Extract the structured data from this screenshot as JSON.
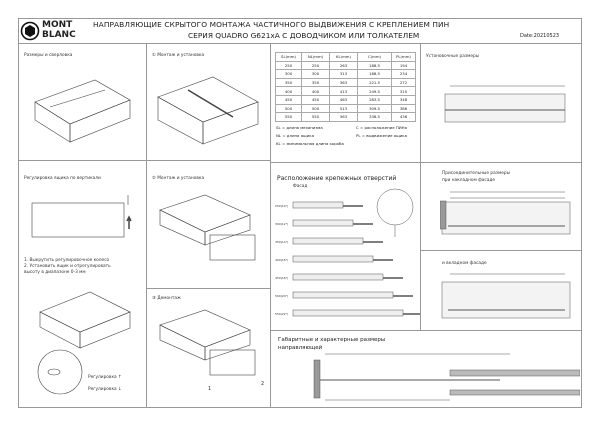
{
  "header": {
    "brand": "MONT BLANC",
    "brand_line1": "MONT",
    "brand_line2": "BLANC",
    "title_line1": "НАПРАВЛЯЮЩИЕ СКРЫТОГО МОНТАЖА ЧАСТИЧНОГО ВЫДВИЖЕНИЯ С КРЕПЛЕНИЕМ ПИН",
    "title_line2": "СЕРИЯ QUADRO G621xA С ДОВОДЧИКОМ ИЛИ ТОЛКАТЕЛЕМ",
    "date": "Date:20210523"
  },
  "sections": {
    "dimensions": "Размеры и сверловка",
    "mount1": "① Монтаж и установка",
    "install_dims": "Установочные размеры",
    "vertical": "Регулировка ящика по вертикали",
    "mount2": "② Монтаж и установка",
    "dismount": "③ Демонтаж",
    "holes": "Расположение крепежных отверстий",
    "facade": "Фасад",
    "connect_line1": "Присоединительные размеры",
    "connect_line2": "при накладном фасаде",
    "inset": "и вкладном фасаде",
    "overall_line1": "Габаритные и характерные размеры",
    "overall_line2": "направляющей"
  },
  "instructions": [
    "1. Выкрутить регулировочное колесо",
    "2. Установить ящик и отрегулировать",
    "высоту в диапазоне 0-3 мм"
  ],
  "adjust": {
    "up": "Регулировка ↑",
    "down": "Регулировка ↓"
  },
  "steps": {
    "one": "1",
    "two": "2"
  },
  "table": {
    "headers": [
      "SL(mm)",
      "NL(mm)",
      "KL(mm)",
      "C(mm)",
      "PL(mm)"
    ],
    "rows": [
      [
        "250",
        "250",
        "263",
        "188.5",
        "194"
      ],
      [
        "300",
        "300",
        "313",
        "188.5",
        "234"
      ],
      [
        "350",
        "350",
        "363",
        "221.5",
        "272"
      ],
      [
        "400",
        "400",
        "413",
        "249.5",
        "310"
      ],
      [
        "450",
        "450",
        "463",
        "283.5",
        "348"
      ],
      [
        "500",
        "500",
        "513",
        "309.5",
        "386"
      ],
      [
        "550",
        "550",
        "563",
        "338.5",
        "436"
      ]
    ]
  },
  "legend": {
    "sl": "SL = длина механизма",
    "c": "C = расположение ПИНа",
    "nl": "NL = длина ящика",
    "pl": "PL = выдвижение ящика",
    "kl": "KL = минимальная длина короба"
  },
  "hole_rows": [
    "250(10\")",
    "300(12\")",
    "350(14\")",
    "400(16\")",
    "450(18\")",
    "500(20\")",
    "550(22\")"
  ]
}
